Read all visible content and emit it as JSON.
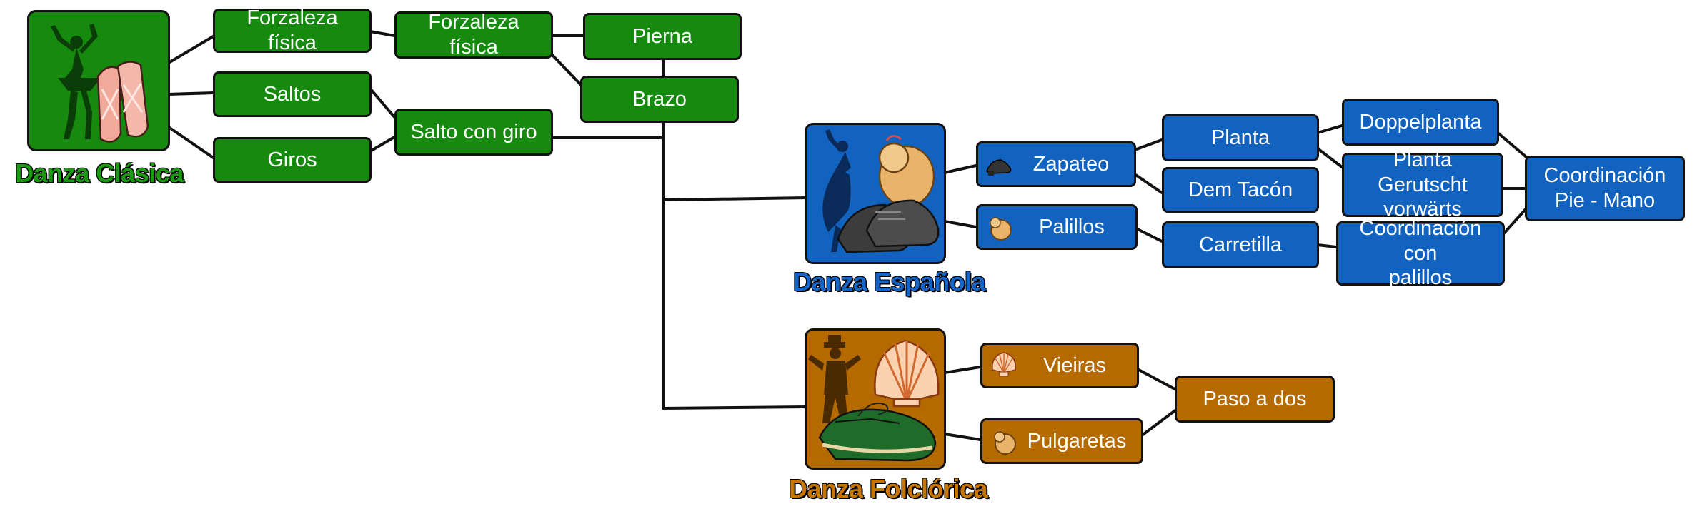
{
  "styles": {
    "clasica": {
      "title": "Danza Clásica",
      "icon": "ballerina-pointe-shoes-icon",
      "color": "#168a0e"
    },
    "espanola": {
      "title": "Danza Española",
      "icon": "flamenco-castanets-shoes-icon",
      "color": "#1263bf"
    },
    "folclorica": {
      "title": "Danza Folclórica",
      "icon": "folk-dancer-shell-espadrille-icon",
      "color": "#b56a00"
    }
  },
  "nodes": {
    "forzaleza_1": "Forzaleza física",
    "forzaleza_2": "Forzaleza física",
    "saltos": "Saltos",
    "giros": "Giros",
    "salto_con_giro": "Salto con giro",
    "pierna": "Pierna",
    "brazo": "Brazo",
    "zapateo": "Zapateo",
    "palillos": "Palillos",
    "planta": "Planta",
    "dem_tacon": "Dem Tacón",
    "carretilla": "Carretilla",
    "doppelplanta": "Doppelplanta",
    "planta_gerutscht_line1": "Planta Gerutscht",
    "planta_gerutscht_line2": "vorwärts",
    "coord_palillos_line1": "Coordinación con",
    "coord_palillos_line2": "palillos",
    "coord_pie_mano_line1": "Coordinación",
    "coord_pie_mano_line2": "Pie - Mano",
    "vieiras": "Vieiras",
    "pulgaretas": "Pulgaretas",
    "paso_a_dos": "Paso a dos"
  },
  "icons": {
    "zapateo": "flamenco-shoe-icon",
    "palillos": "castanet-icon",
    "vieiras": "scallop-shell-icon",
    "pulgaretas": "castanet-icon"
  },
  "colors": {
    "green": "#168a0e",
    "blue": "#1263bf",
    "orange": "#b56a00",
    "connector": "#111111"
  }
}
